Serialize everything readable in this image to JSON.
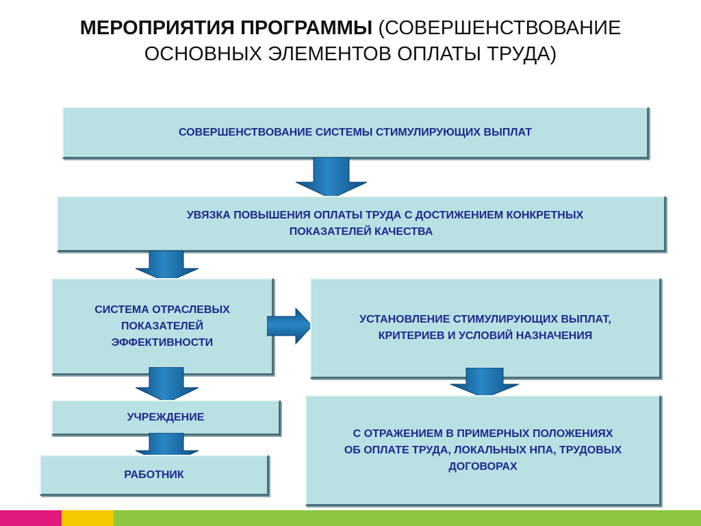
{
  "title": {
    "bold": "МЕРОПРИЯТИЯ ПРОГРАММЫ",
    "regular_line1": " (СОВЕРШЕНСТВОВАНИЕ",
    "regular_line2": "ОСНОВНЫХ ЭЛЕМЕНТОВ ОПЛАТЫ ТРУДА)"
  },
  "boxes": {
    "stimulus_system": "СОВЕРШЕНСТВОВАНИЕ СИСТЕМЫ СТИМУЛИРУЮЩИХ ВЫПЛАТ",
    "link_quality_line1": "УВЯЗКА ПОВЫШЕНИЯ ОПЛАТЫ ТРУДА С ДОСТИЖЕНИЕМ КОНКРЕТНЫХ",
    "link_quality_line2": "ПОКАЗАТЕЛЕЙ КАЧЕСТВА",
    "industry_indicators_line1": "СИСТЕМА ОТРАСЛЕВЫХ",
    "industry_indicators_line2": "ПОКАЗАТЕЛЕЙ",
    "industry_indicators_line3": "ЭФФЕКТИВНОСТИ",
    "establish_payments_line1": "УСТАНОВЛЕНИЕ СТИМУЛИРУЮЩИХ ВЫПЛАТ,",
    "establish_payments_line2": "КРИТЕРИЕВ И  УСЛОВИЙ НАЗНАЧЕНИЯ",
    "institution": "УЧРЕЖДЕНИЕ",
    "employee": "РАБОТНИК",
    "regulations_line1": "С ОТРАЖЕНИЕМ В ПРИМЕРНЫХ ПОЛОЖЕНИЯХ",
    "regulations_line2": "ОБ ОПЛАТЕ ТРУДА, ЛОКАЛЬНЫХ НПА, ТРУДОВЫХ",
    "regulations_line3": "ДОГОВОРАХ"
  },
  "colors": {
    "box_fill": "#b9e0e3",
    "box_text": "#1a2a8c",
    "arrow": "#1a6aa8",
    "stripe_magenta": "#e2197c",
    "stripe_yellow": "#f5c800",
    "stripe_green": "#8cc63e"
  },
  "icons": {
    "arrow_down": "down-arrow-icon",
    "arrow_right": "right-arrow-icon"
  }
}
